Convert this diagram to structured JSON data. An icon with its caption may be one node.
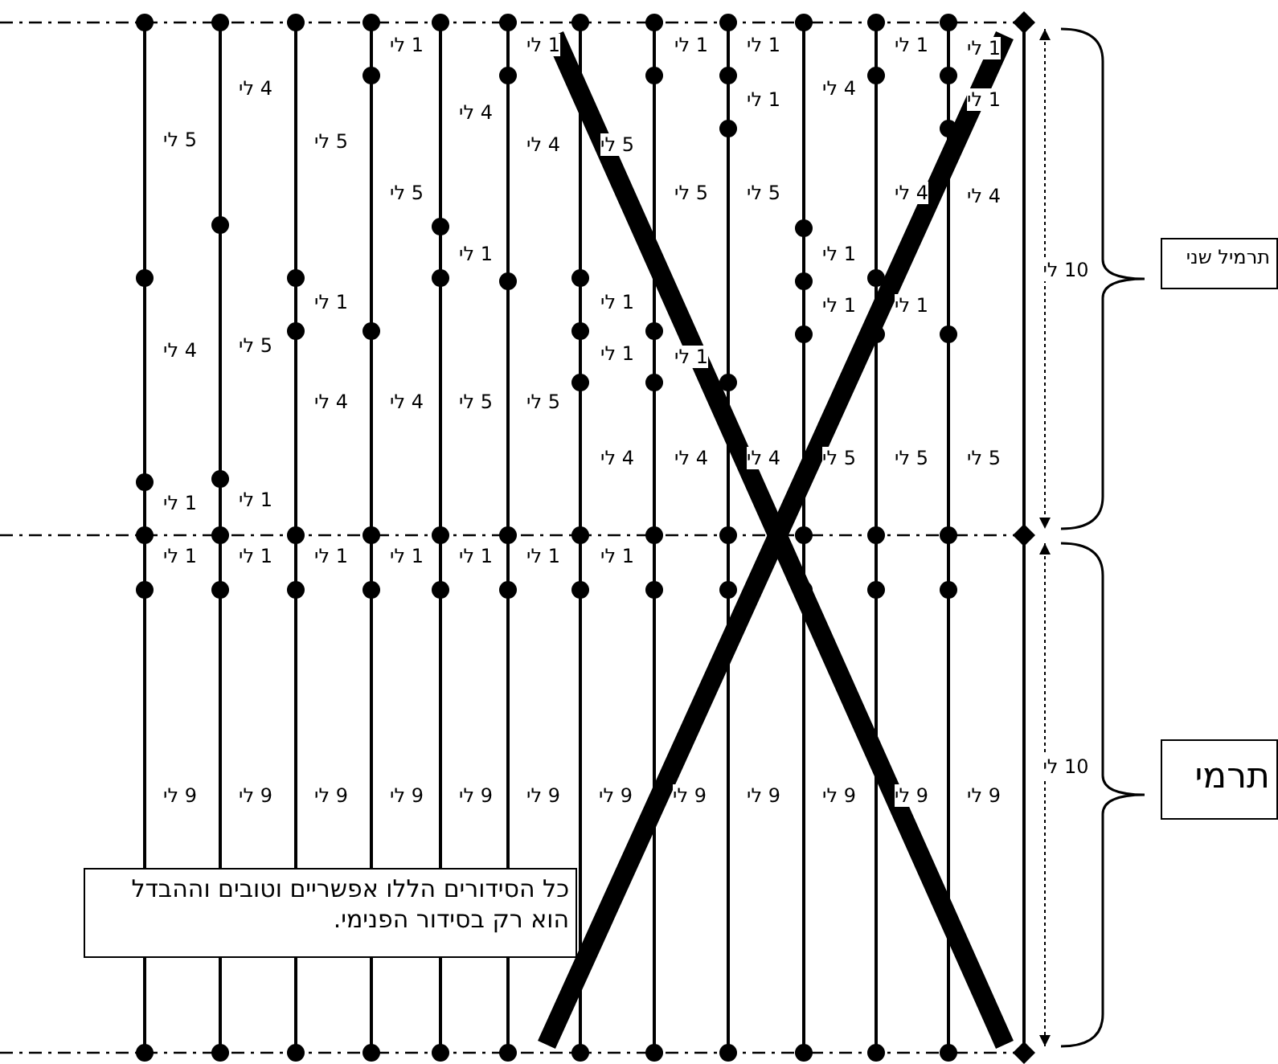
{
  "diagram": {
    "nodes": [
      {
        "text": [
          "תרמיל שני"
        ]
      },
      {
        "text": [
          "תרמי"
        ]
      },
      {
        "text": [
          "כל הסידורים הללו אפשריים וטובים וההבדל הוא רק בסידור הפנימי."
        ]
      }
    ],
    "edges": [],
    "labels": [
      "5 לי",
      "4 לי",
      "1 לי",
      "4 לי",
      "5 לי",
      "1 לי",
      "5 לי",
      "1 לי",
      "4 לי",
      "1 לי",
      "5 לי",
      "4 לי",
      "4 לי",
      "1 לי",
      "5 לי",
      "1 לי",
      "4 לי",
      "5 לי",
      "5 לי",
      "1 לי",
      "1 לי",
      "4 לי",
      "1 לי",
      "5 לי",
      "1 לי",
      "4 לי",
      "1 לי",
      "1 לי",
      "5 לי",
      "4 לי",
      "4 לי",
      "1 לי",
      "1 לי",
      "5 לי",
      "1 לי",
      "4 לי",
      "1 לי",
      "5 לי",
      "1 לי",
      "1 לי",
      "4 לי",
      "5 לי",
      "1 לי",
      "1 לי",
      "1 לי",
      "1 לי",
      "1 לי",
      "1 לי",
      "1 לי",
      "9 לי",
      "9 לי",
      "9 לי",
      "9 לי",
      "9 לי",
      "9 לי",
      "9 לי",
      "9 לי",
      "9 לי",
      "9 לי",
      "9 לי",
      "9 לי",
      "10 לי",
      "10 לי"
    ]
  }
}
